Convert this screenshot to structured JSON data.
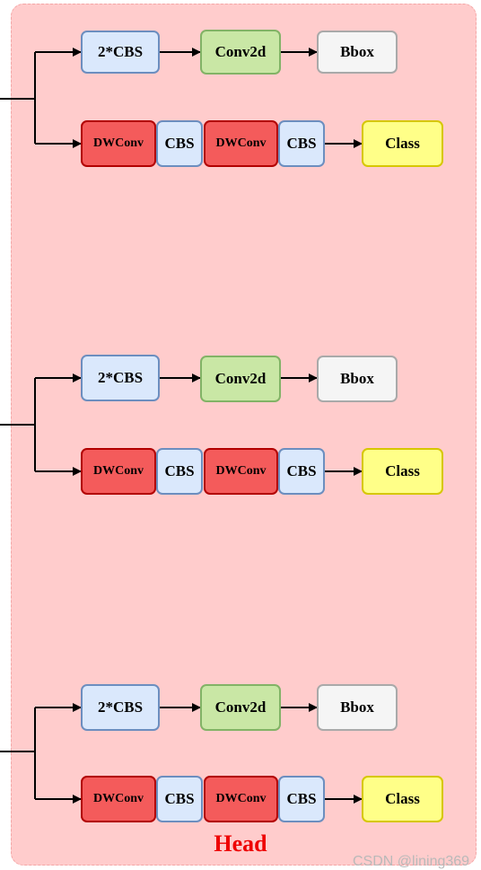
{
  "labels": {
    "cbs_double": "2*CBS",
    "conv2d": "Conv2d",
    "bbox": "Bbox",
    "dwconv": "DWConv",
    "cbs": "CBS",
    "class": "Class"
  },
  "branches": [
    {
      "row": 1,
      "regression": [
        "2*CBS",
        "Conv2d",
        "Bbox"
      ],
      "classification": [
        "DWConv",
        "CBS",
        "DWConv",
        "CBS",
        "Class"
      ]
    },
    {
      "row": 2,
      "regression": [
        "2*CBS",
        "Conv2d",
        "Bbox"
      ],
      "classification": [
        "DWConv",
        "CBS",
        "DWConv",
        "CBS",
        "Class"
      ]
    },
    {
      "row": 3,
      "regression": [
        "2*CBS",
        "Conv2d",
        "Bbox"
      ],
      "classification": [
        "DWConv",
        "CBS",
        "DWConv",
        "CBS",
        "Class"
      ]
    }
  ],
  "title": "Head",
  "watermark": "CSDN @lining369",
  "colors": {
    "panel": "#ffcccc",
    "cbs": "#dae8fc",
    "conv2d": "#c9e7a5",
    "bbox": "#f5f5f5",
    "dwconv": "#f45b5b",
    "class": "#ffff88",
    "title": "#ee0000"
  }
}
